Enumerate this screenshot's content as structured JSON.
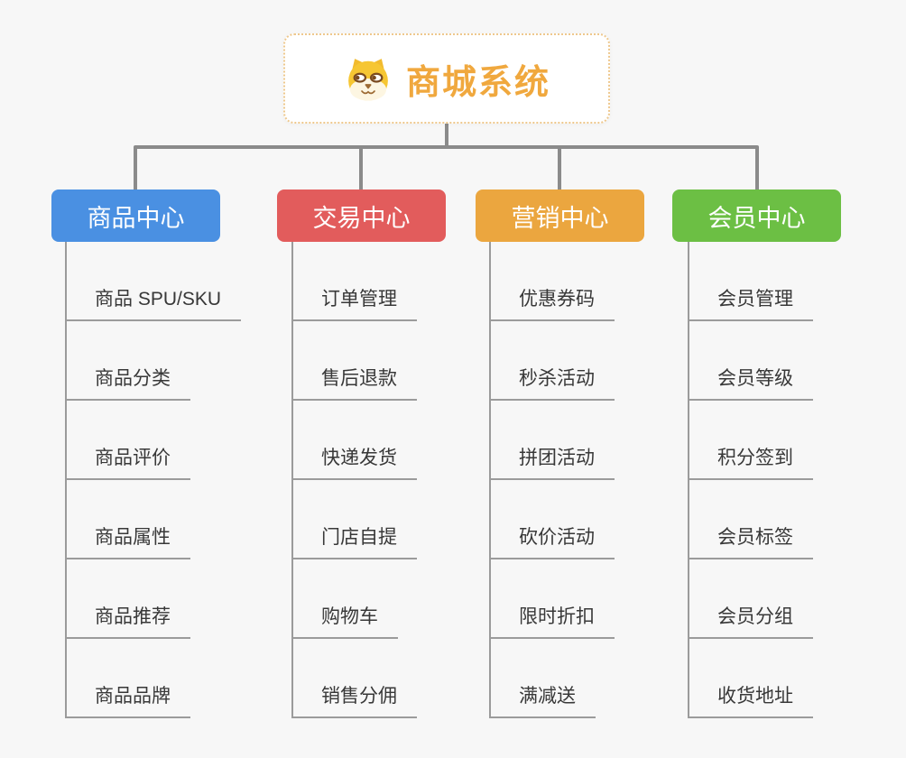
{
  "root": {
    "title": "商城系统",
    "icon": "shiba-dog-icon",
    "title_color": "#f0a83e",
    "border_color": "#eec88d"
  },
  "colors": {
    "background": "#f7f7f7",
    "connector_gray": "#8b8b8b",
    "child_line_gray": "#9b9b9b",
    "child_text": "#383838"
  },
  "branches": [
    {
      "label": "商品中心",
      "color": "#4a90e2",
      "children": [
        "商品 SPU/SKU",
        "商品分类",
        "商品评价",
        "商品属性",
        "商品推荐",
        "商品品牌"
      ]
    },
    {
      "label": "交易中心",
      "color": "#e25c5c",
      "children": [
        "订单管理",
        "售后退款",
        "快递发货",
        "门店自提",
        "购物车",
        "销售分佣"
      ]
    },
    {
      "label": "营销中心",
      "color": "#eba63f",
      "children": [
        "优惠券码",
        "秒杀活动",
        "拼团活动",
        "砍价活动",
        "限时折扣",
        "满减送"
      ]
    },
    {
      "label": "会员中心",
      "color": "#6cbf44",
      "children": [
        "会员管理",
        "会员等级",
        "积分签到",
        "会员标签",
        "会员分组",
        "收货地址"
      ]
    }
  ]
}
